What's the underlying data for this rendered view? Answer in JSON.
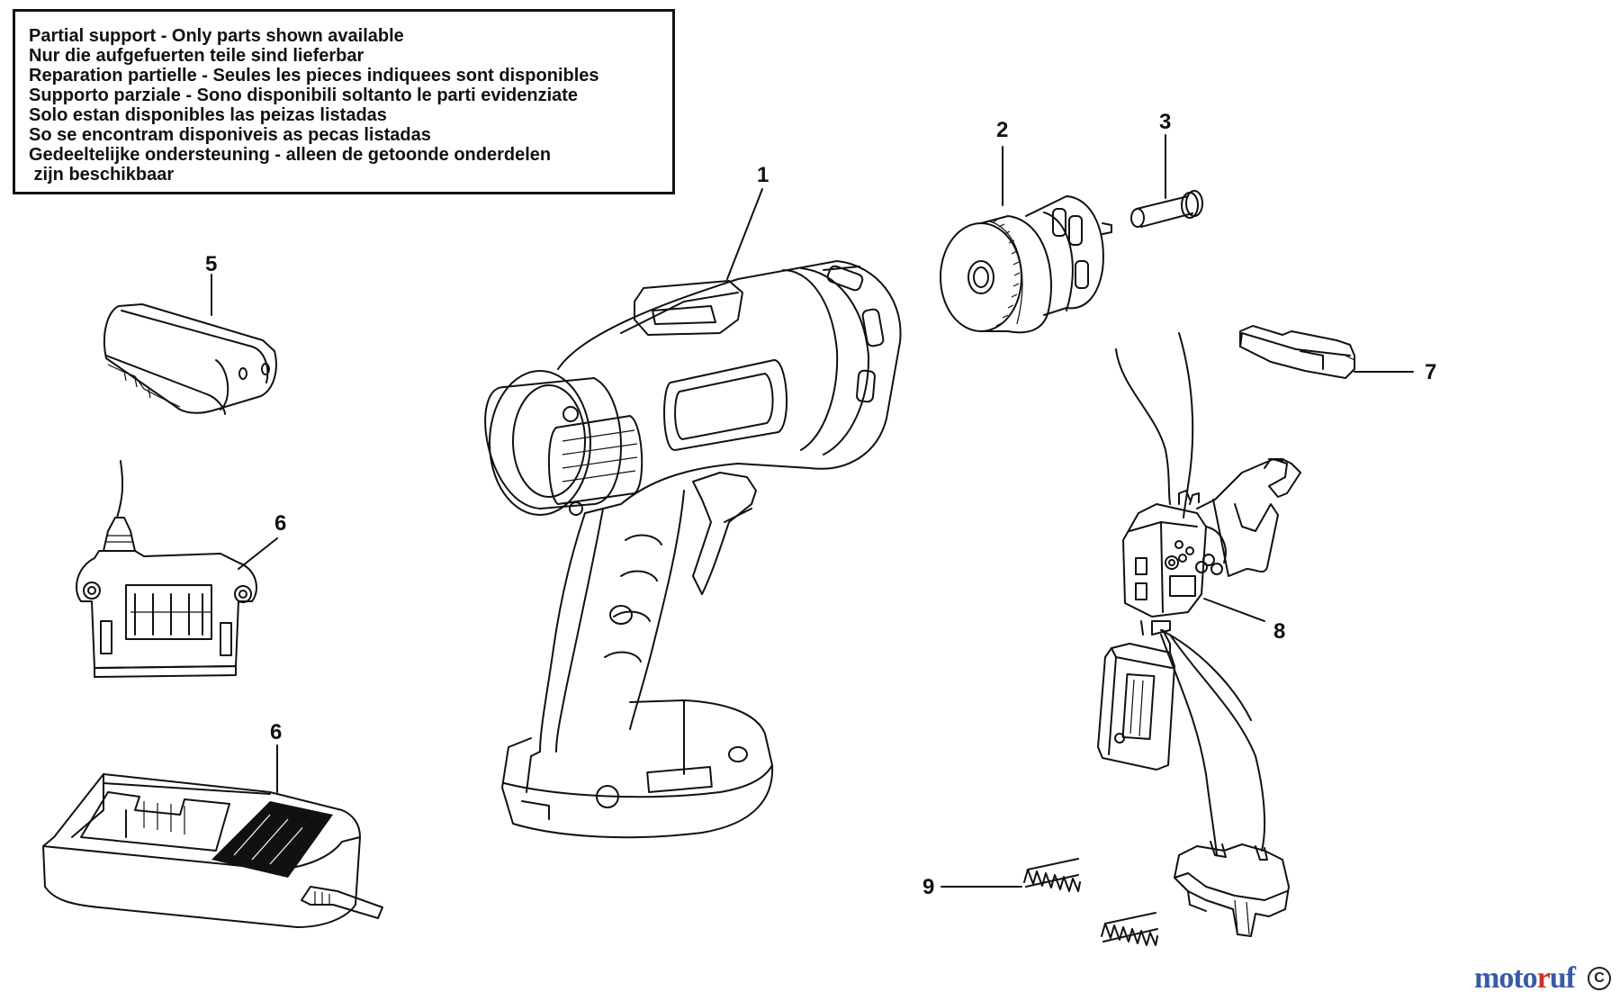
{
  "notice": {
    "lines": [
      "Partial support - Only parts shown available",
      "Nur die aufgefuerten teile sind lieferbar",
      "Reparation partielle - Seules les pieces indiquees sont disponibles",
      "Supporto parziale - Sono disponibili soltanto le parti evidenziate",
      "Solo estan disponibles las peizas listadas",
      "So se encontram disponiveis as pecas listadas",
      "Gedeeltelijke ondersteuning - alleen de getoonde onderdelen",
      " zijn beschikbaar"
    ]
  },
  "callouts": {
    "p1": "1",
    "p2": "2",
    "p3": "3",
    "p5": "5",
    "p6a": "6",
    "p6b": "6",
    "p7": "7",
    "p8": "8",
    "p9": "9"
  },
  "watermark": {
    "part_a": "moto",
    "part_b": "r",
    "part_c": "uf"
  },
  "corner_badge": "C",
  "colors": {
    "line": "#111111",
    "watermark_blue": "#3a5aa8",
    "watermark_red": "#c8332c"
  }
}
